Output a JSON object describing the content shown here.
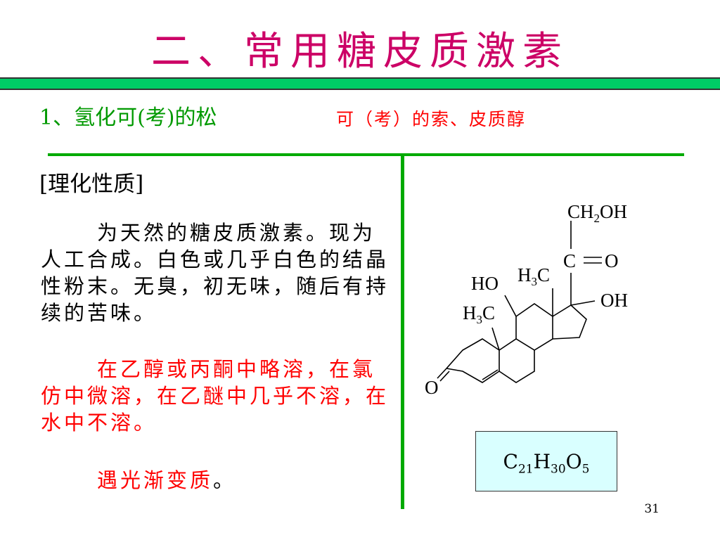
{
  "title": "二、常用糖皮质激素",
  "subheading": {
    "item": "1、氢化可(考)的松",
    "alias": "可（考）的索、皮质醇"
  },
  "section_label": "[理化性质]",
  "paragraph1": "为天然的糖皮质激素。现为人工合成。白色或几乎白色的结晶性粉末。无臭，初无味，随后有持续的苦味。",
  "paragraph2": "在乙醇或丙酮中略溶，在氯仿中微溶，在乙醚中几乎不溶，在水中不溶。",
  "paragraph3": {
    "highlight": "遇光渐变质",
    "end": "。"
  },
  "structure": {
    "ch2oh": "CH",
    "ch2oh_sub": "2",
    "ch2oh_end": "OH",
    "c": "C",
    "o_keto": "O",
    "ho": "HO",
    "h3c_upper": "H",
    "h3c_upper_sub": "3",
    "h3c_upper_end": "C",
    "oh": "OH",
    "h3c_lower": "H",
    "h3c_lower_sub": "3",
    "h3c_lower_end": "C",
    "o_ring": "O"
  },
  "formula": {
    "c": "C",
    "c_sub": "21",
    "h": "H",
    "h_sub": "30",
    "o": "O",
    "o_sub": "5"
  },
  "page_number": "31",
  "colors": {
    "title": "#cc0066",
    "bar": "#00cc66",
    "subheading": "#009900",
    "highlight": "#ff0000",
    "divider": "#00aa00",
    "formula_box": "#d9ffff"
  }
}
